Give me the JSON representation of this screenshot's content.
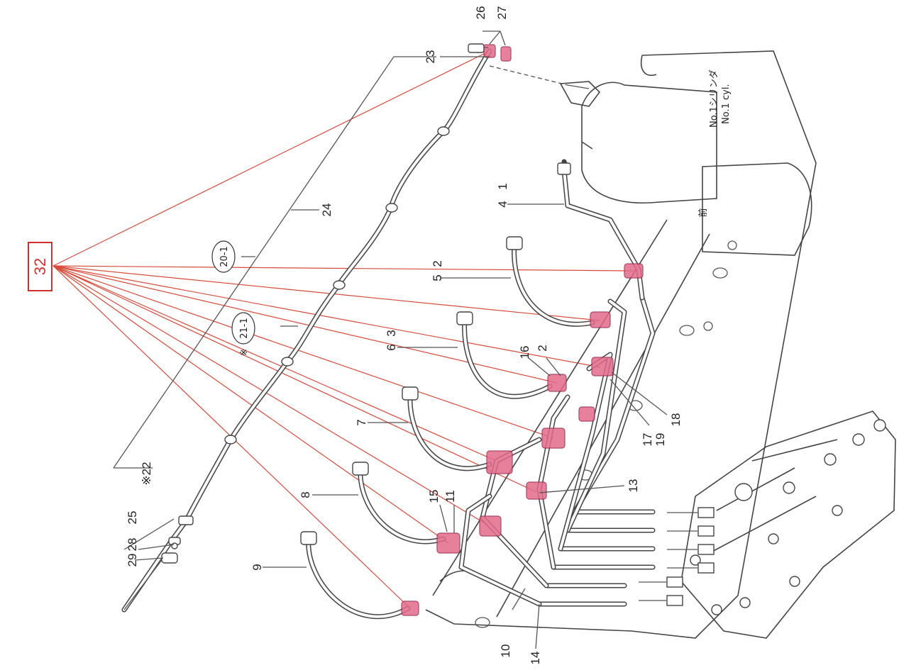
{
  "callout": {
    "number": "32"
  },
  "part_numbers": {
    "p1": "1",
    "p2": "2",
    "p4": "4",
    "p5": "5",
    "p6": "6",
    "p7": "7",
    "p8": "8",
    "p9": "9",
    "p10": "10",
    "p11": "11",
    "p13": "13",
    "p14": "14",
    "p15": "15",
    "p16": "16",
    "p17": "17",
    "p18": "18",
    "p19": "19",
    "p22": "※22",
    "p23": "23",
    "p24": "24",
    "p25": "25",
    "p26": "26",
    "p27": "27",
    "p28": "28",
    "p29": "29",
    "p2b": "2",
    "p3b": "3"
  },
  "ovals": {
    "o20": "20-1",
    "o21": "21-1",
    "o21_mark": "※"
  },
  "cylinder_label": {
    "jp": "No.1シリンダ",
    "en": "No.1 cyl."
  },
  "head_mark": "前"
}
